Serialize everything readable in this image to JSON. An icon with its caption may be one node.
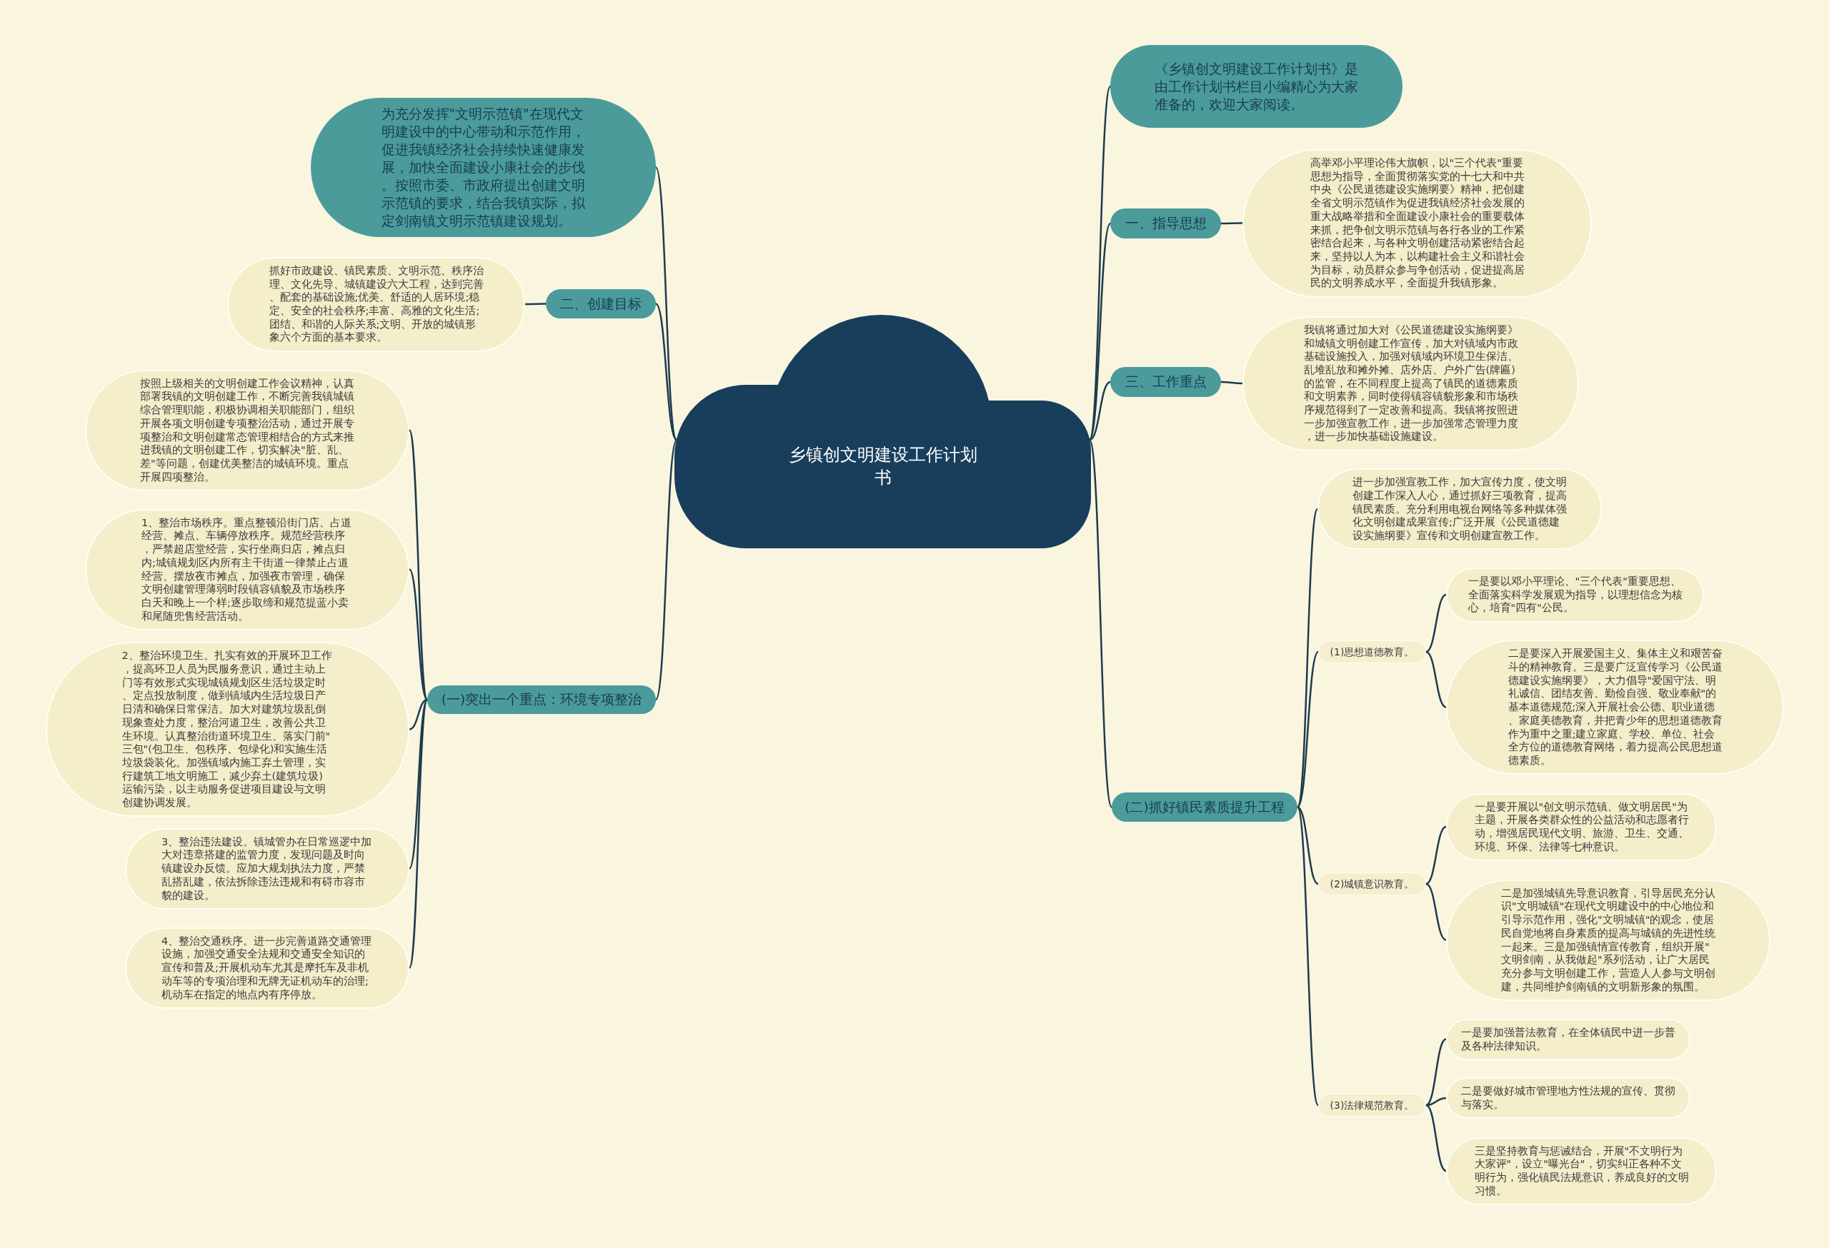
{
  "diagram": {
    "nodes": [
      {
        "text": [
          "乡镇创文明建设工作计划书"
        ]
      },
      {
        "text": [
          "为充分发挥\"文明示范镇\"在现代文明建设中的中心带动和示范作用，促进我镇经济社会持续快速健康发展，加快全面建设小康社会的步伐。按照市委、市政府提出创建文明示范镇的要求，结合我镇实际，拟定剑南镇文明示范镇建设规划。"
        ]
      },
      {
        "text": [
          "二、创建目标"
        ]
      },
      {
        "text": [
          "抓好市政建设、镇民素质、文明示范、秩序治理、文化先导、城镇建设六大工程，达到完善、配套的基础设施;优美、舒适的人居环境;稳定、安全的社会秩序;丰富、高雅的文化生活;团结、和谐的人际关系;文明、开放的城镇形象六个方面的基本要求。"
        ]
      },
      {
        "text": [
          "(一)突出一个重点：环境专项整治"
        ]
      },
      {
        "text": [
          "按照上级相关的文明创建工作会议精神，认真部署我镇的文明创建工作，不断完善我镇城镇综合管理职能，积极协调相关职能部门，组织开展各项文明创建专项整治活动，通过开展专项整治和文明创建常态管理相结合的方式来推进我镇的文明创建工作，切实解决\"脏、乱、差\"等问题，创建优美整洁的城镇环境。重点开展四项整治。"
        ]
      },
      {
        "text": [
          "1、整治市场秩序。重点整顿沿街门店、占道经营、摊点、车辆停放秩序。规范经营秩序，严禁超店堂经营，实行坐商归店，摊点归内;城镇规划区内所有主干街道一律禁止占道经营、摆放夜市摊点，加强夜市管理，确保文明创建管理薄弱时段镇容镇貌及市场秩序白天和晚上一个样;逐步取缔和规范提蓝小卖和尾随兜售经营活动。"
        ]
      },
      {
        "text": [
          "2、整治环境卫生。扎实有效的开展环卫工作，提高环卫人员为民服务意识，通过主动上门等有效形式实现城镇规划区生活垃圾定时、定点投放制度，做到镇域内生活垃圾日产日清和确保日常保洁。加大对建筑垃圾乱倒现象查处力度，整治河道卫生，改善公共卫生环境。认真整治街道环境卫生、落实门前\"三包\"(包卫生、包秩序、包绿化)和实施生活垃圾袋装化。加强镇域内施工弃土管理，实行建筑工地文明施工，减少弃土(建筑垃圾)运输污染，以主动服务促进项目建设与文明创建协调发展。"
        ]
      },
      {
        "text": [
          "3、整治违法建设。镇城管办在日常巡逻中加大对违章搭建的监管力度，发现问题及时向镇建设办反馈。应加大规划执法力度，严禁乱搭乱建，依法拆除违法违规和有碍市容市貌的建设。"
        ]
      },
      {
        "text": [
          "4、整治交通秩序。进一步完善道路交通管理设施，加强交通安全法规和交通安全知识的宣传和普及;开展机动车尤其是摩托车及非机动车等的专项治理和无牌无证机动车的治理;机动车在指定的地点内有序停放。"
        ]
      },
      {
        "text": [
          "《乡镇创文明建设工作计划书》是由工作计划书栏目小编精心为大家准备的，欢迎大家阅读。"
        ]
      },
      {
        "text": [
          "一、指导思想"
        ]
      },
      {
        "text": [
          "高举邓小平理论伟大旗帜，以\"三个代表\"重要思想为指导，全面贯彻落实党的十七大和中共中央《公民道德建设实施纲要》精神，把创建全省文明示范镇作为促进我镇经济社会发展的重大战略举措和全面建设小康社会的重要载体来抓，把争创文明示范镇与各行各业的工作紧密结合起来，与各种文明创建活动紧密结合起来，坚持以人为本，以构建社会主义和谐社会为目标，动员群众参与争创活动，促进提高居民的文明养成水平，全面提升我镇形象。"
        ]
      },
      {
        "text": [
          "三、工作重点"
        ]
      },
      {
        "text": [
          "我镇将通过加大对《公民道德建设实施纲要》和城镇文明创建工作宣传，加大对镇域内市政基础设施投入，加强对镇域内环境卫生保洁、乱堆乱放和摊外摊、店外店、户外广告(牌匾)的监管，在不同程度上提高了镇民的道德素质和文明素养，同时使得镇容镇貌形象和市场秩序规范得到了一定改善和提高。我镇将按照进一步加强宣教工作，进一步加强常态管理力度，进一步加快基础设施建设。"
        ]
      },
      {
        "text": [
          "(二)抓好镇民素质提升工程"
        ]
      },
      {
        "text": [
          "进一步加强宣教工作，加大宣传力度，使文明创建工作深入人心，通过抓好三项教育，提高镇民素质。充分利用电视台网络等多种媒体强化文明创建成果宣传;广泛开展《公民道德建设实施纲要》宣传和文明创建宣教工作。"
        ]
      },
      {
        "text": [
          "(1)思想道德教育。"
        ]
      },
      {
        "text": [
          "一是要以邓小平理论、\"三个代表\"重要思想、全面落实科学发展观为指导，以理想信念为核心，培育\"四有\"公民。"
        ]
      },
      {
        "text": [
          "二是要深入开展爱国主义、集体主义和艰苦奋斗的精神教育。三是要广泛宣传学习《公民道德建设实施纲要》，大力倡导\"爱国守法、明礼诚信、团结友善、勤俭自强、敬业奉献\"的基本道德规范;深入开展社会公德、职业道德、家庭美德教育，并把青少年的思想道德教育作为重中之重;建立家庭、学校、单位、社会全方位的道德教育网络，着力提高公民思想道德素质。"
        ]
      },
      {
        "text": [
          "(2)城镇意识教育。"
        ]
      },
      {
        "text": [
          "一是要开展以\"创文明示范镇、做文明居民\"为主题，开展各类群众性的公益活动和志愿者行动，增强居民现代文明、旅游、卫生、交通、环境、环保、法律等七种意识。"
        ]
      },
      {
        "text": [
          "二是加强城镇先导意识教育，引导居民充分认识\"文明城镇\"在现代文明建设中的中心地位和引导示范作用，强化\"文明城镇\"的观念，使居民自觉地将自身素质的提高与城镇的先进性统一起来。三是加强镇情宣传教育，组织开展\"文明剑南，从我做起\"系列活动，让广大居民充分参与文明创建工作，营造人人参与文明创建，共同维护剑南镇的文明新形象的氛围。"
        ]
      },
      {
        "text": [
          "(3)法律规范教育。"
        ]
      },
      {
        "text": [
          "一是要加强普法教育，在全体镇民中进一步普及各种法律知识。"
        ]
      },
      {
        "text": [
          "二是要做好城市管理地方性法规的宣传、贯彻与落实。"
        ]
      },
      {
        "text": [
          "三是坚持教育与惩诫结合，开展\"不文明行为大家评\"，设立\"曝光台\"，切实纠正各种不文明行为，强化镇民法规意识，养成良好的文明习惯。"
        ]
      }
    ],
    "edges": [
      {
        "from": 0,
        "to": 1,
        "arrow": "none"
      },
      {
        "from": 0,
        "to": 2,
        "arrow": "none"
      },
      {
        "from": 2,
        "to": 3,
        "arrow": "none"
      },
      {
        "from": 0,
        "to": 4,
        "arrow": "none"
      },
      {
        "from": 4,
        "to": 5,
        "arrow": "none"
      },
      {
        "from": 4,
        "to": 6,
        "arrow": "none"
      },
      {
        "from": 4,
        "to": 7,
        "arrow": "none"
      },
      {
        "from": 4,
        "to": 8,
        "arrow": "none"
      },
      {
        "from": 4,
        "to": 9,
        "arrow": "none"
      },
      {
        "from": 0,
        "to": 10,
        "arrow": "none"
      },
      {
        "from": 0,
        "to": 11,
        "arrow": "none"
      },
      {
        "from": 11,
        "to": 12,
        "arrow": "none"
      },
      {
        "from": 0,
        "to": 13,
        "arrow": "none"
      },
      {
        "from": 13,
        "to": 14,
        "arrow": "none"
      },
      {
        "from": 0,
        "to": 15,
        "arrow": "none"
      },
      {
        "from": 15,
        "to": 16,
        "arrow": "none"
      },
      {
        "from": 15,
        "to": 17,
        "arrow": "none"
      },
      {
        "from": 17,
        "to": 18,
        "arrow": "none"
      },
      {
        "from": 17,
        "to": 19,
        "arrow": "none"
      },
      {
        "from": 15,
        "to": 20,
        "arrow": "none"
      },
      {
        "from": 20,
        "to": 21,
        "arrow": "none"
      },
      {
        "from": 20,
        "to": 22,
        "arrow": "none"
      },
      {
        "from": 15,
        "to": 23,
        "arrow": "none"
      },
      {
        "from": 23,
        "to": 24,
        "arrow": "none"
      },
      {
        "from": 23,
        "to": 25,
        "arrow": "none"
      },
      {
        "from": 23,
        "to": 26,
        "arrow": "none"
      }
    ]
  }
}
